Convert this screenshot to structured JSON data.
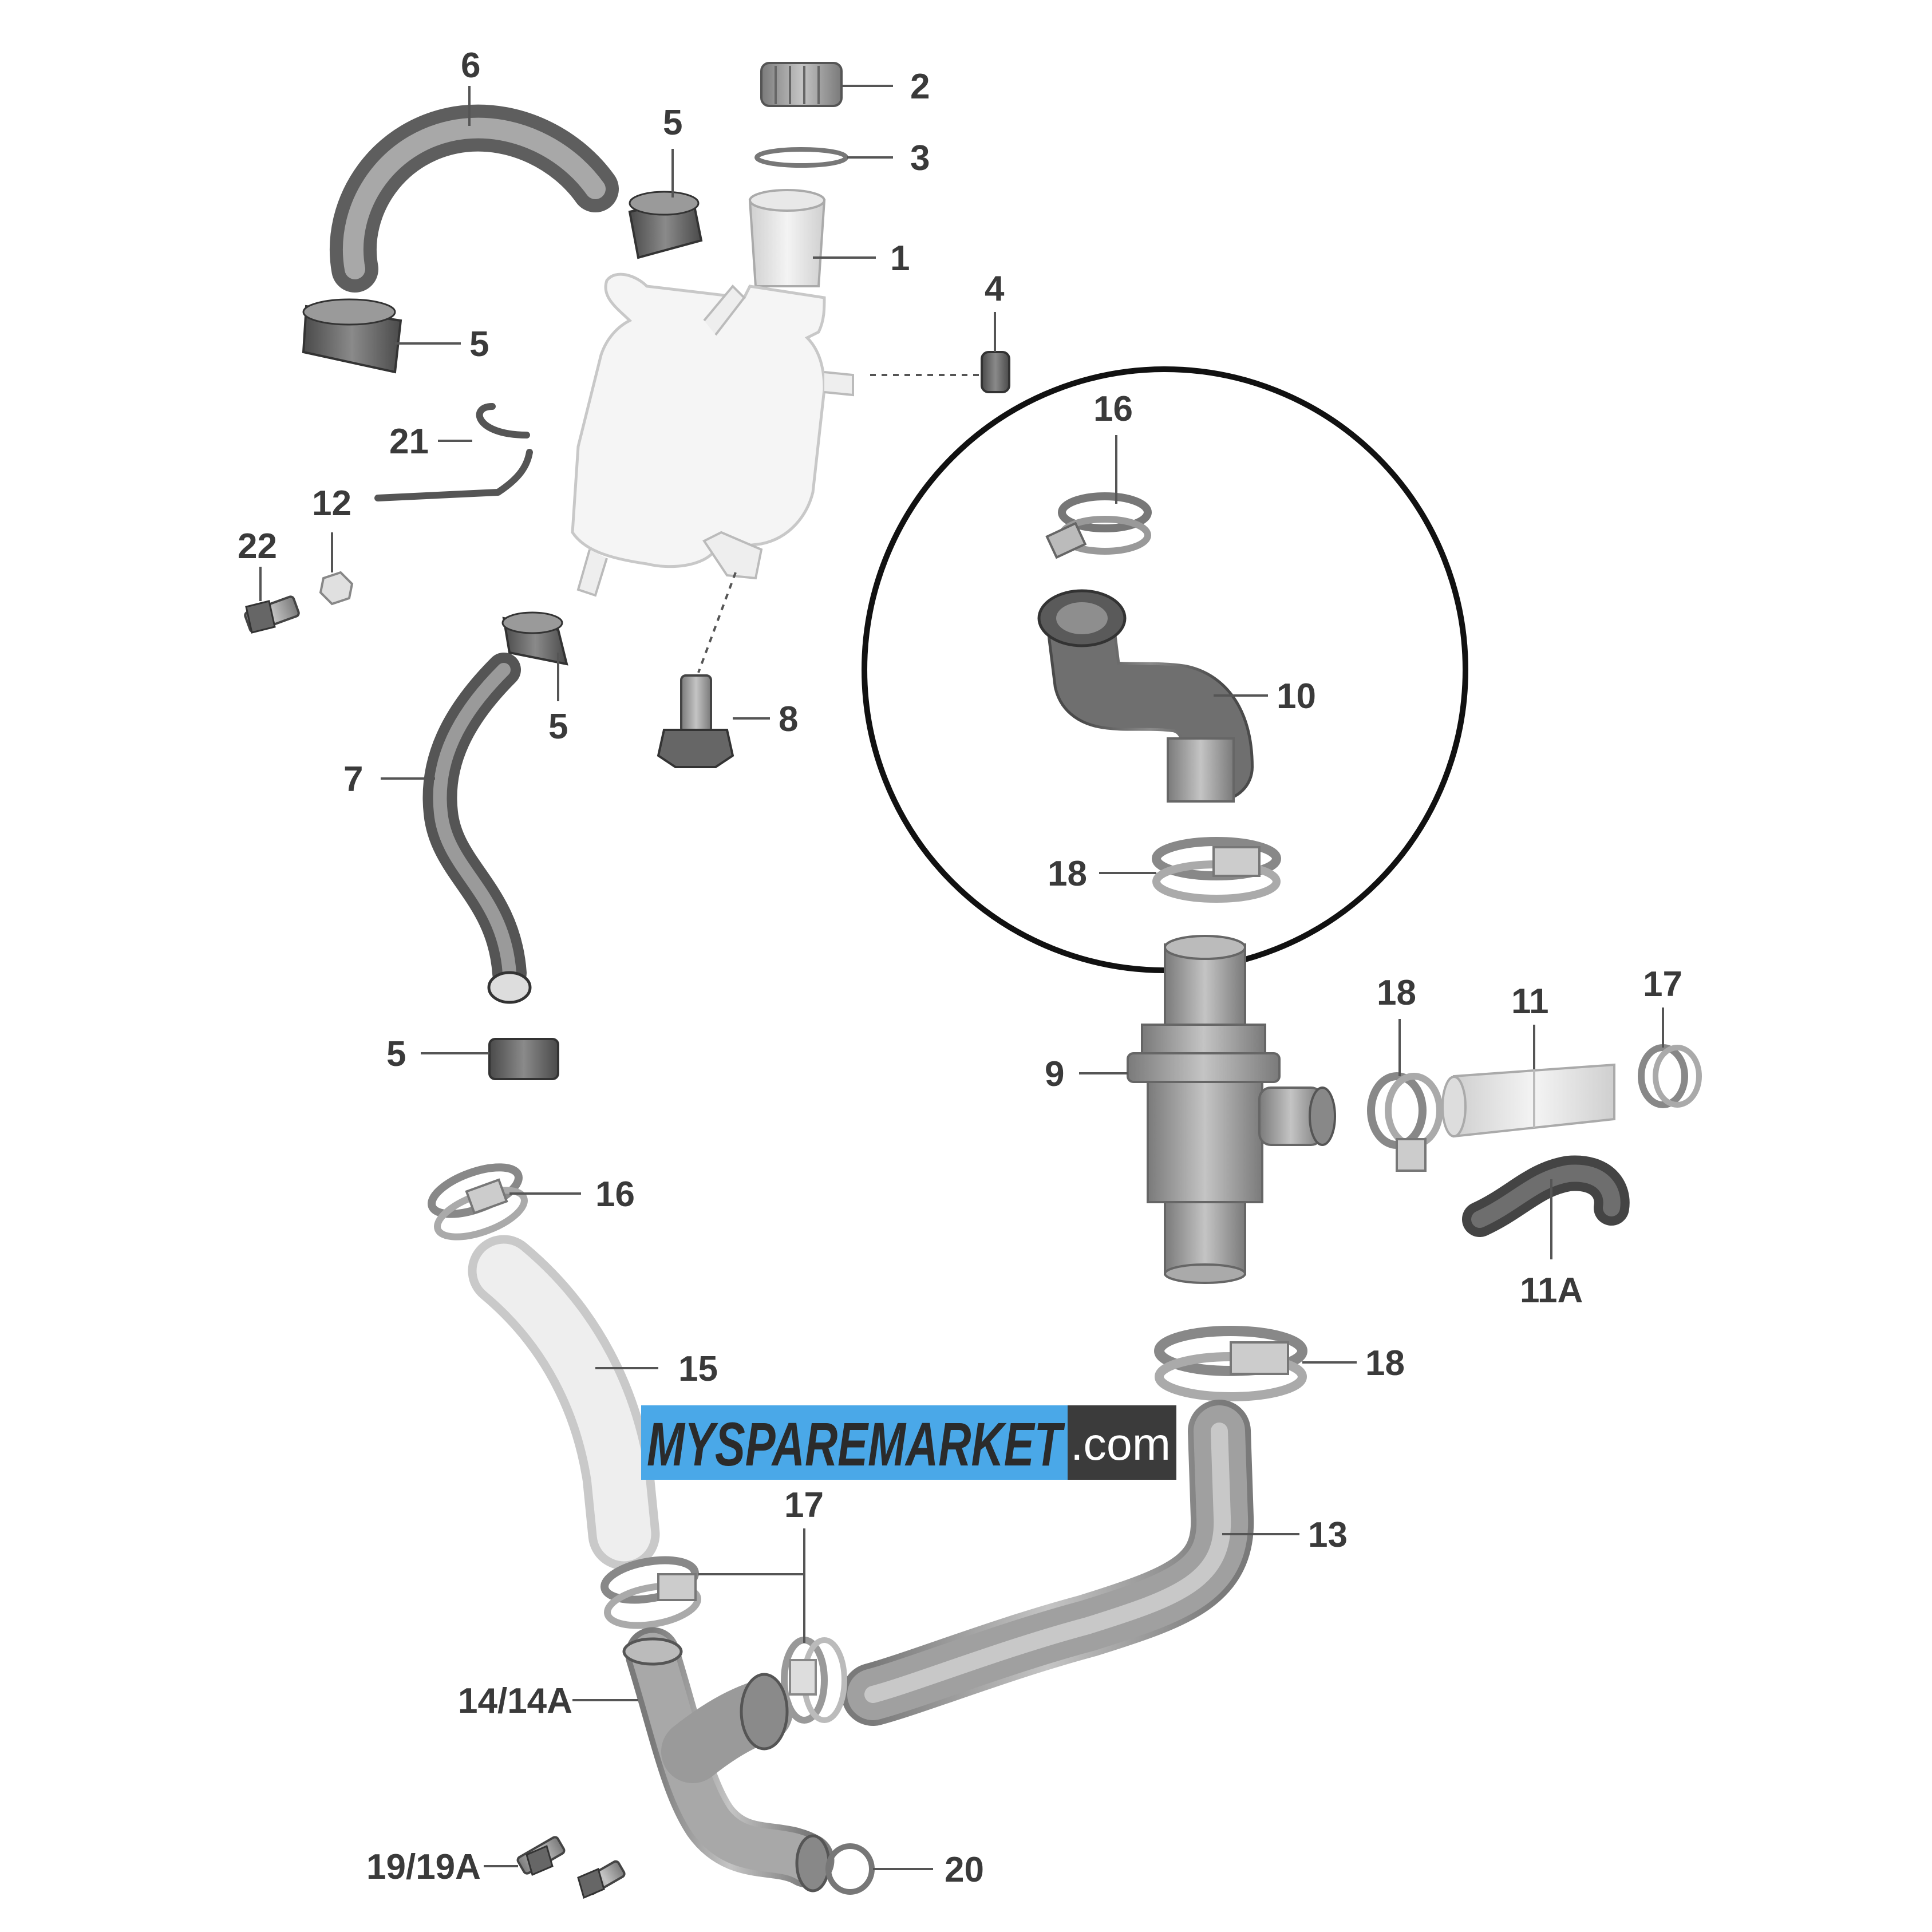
{
  "watermark": {
    "brand": "MYSPAREMARKET",
    "suffix": ".com",
    "brand_color": "#4aa8e8",
    "suffix_bg": "#3b3b3b"
  },
  "callouts": {
    "c1": "1",
    "c2": "2",
    "c3": "3",
    "c4": "4",
    "c5a": "5",
    "c5b": "5",
    "c5c": "5",
    "c5d": "5",
    "c6": "6",
    "c7": "7",
    "c8": "8",
    "c9": "9",
    "c10": "10",
    "c11": "11",
    "c11a": "11A",
    "c12": "12",
    "c13": "13",
    "c14": "14/14A",
    "c15": "15",
    "c16a": "16",
    "c16b": "16",
    "c17a": "17",
    "c17b": "17",
    "c18a": "18",
    "c18b": "18",
    "c18c": "18",
    "c19": "19/19A",
    "c20": "20",
    "c21": "21",
    "c22": "22"
  },
  "colors": {
    "part_dark": "#6b6b6b",
    "part_mid": "#9a9a9a",
    "part_light": "#d8d8d8",
    "line": "#555555",
    "highlight_circle": "#111111"
  }
}
